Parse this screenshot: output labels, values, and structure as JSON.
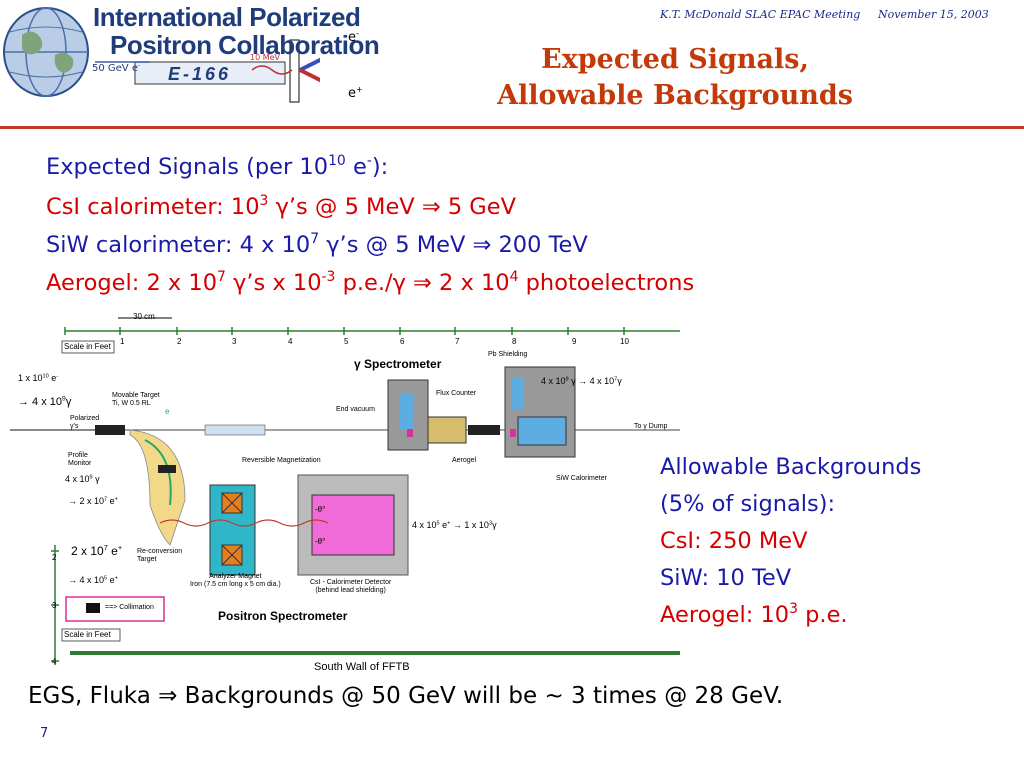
{
  "header": {
    "org_line1": "International Polarized",
    "org_line2": "Positron Collaboration",
    "logo_beam": "50 GeV e",
    "logo_exp": "E-166",
    "logo_mev": "10 MeV",
    "logo_eminus": "e",
    "logo_eplus": "e",
    "author": "K.T. McDonald",
    "meeting": "SLAC EPAC Meeting",
    "date": "November 15, 2003"
  },
  "title": {
    "line1": "Expected Signals,",
    "line2": "Allowable Backgrounds"
  },
  "signals": {
    "l1a": "Expected Signals (per 10",
    "l1b": "10",
    "l1c": " e",
    "l1d": "-",
    "l1e": "):",
    "l2a": "CsI calorimeter: 10",
    "l2b": "3",
    "l2c": " γ’s @ 5 MeV ⇒ 5 GeV",
    "l3a": "SiW calorimeter: 4 x 10",
    "l3b": "7",
    "l3c": " γ’s @ 5 MeV ⇒ 200 TeV",
    "l4a": "Aerogel:  2 x 10",
    "l4b": "7",
    "l4c": " γ’s x 10",
    "l4d": "-3",
    "l4e": " p.e./γ ⇒ 2 x 10",
    "l4f": "4",
    "l4g": " photoelectrons"
  },
  "diagram": {
    "scale_top": "30 cm",
    "scale_label_top": "Scale in Feet",
    "ticks_top": [
      "1",
      "2",
      "3",
      "4",
      "5",
      "6",
      "7",
      "8",
      "9",
      "10"
    ],
    "spectrometer": "γ  Spectrometer",
    "pb_shielding": "Pb Shielding",
    "flux_counter": "Flux Counter",
    "end_vacuum": "End vacuum",
    "aerogel": "Aerogel",
    "siw_cal": "SiW Calorimeter",
    "to_dump": "To γ Dump",
    "reversible": "Reversible Magnetization",
    "movable_target": "Movable Target",
    "target_spec": "Ti, W 0.5 RL",
    "polarized": "Polarized",
    "gamma_s": "γ's",
    "profile_monitor1": "Profile",
    "profile_monitor2": "Monitor",
    "reconv1": "Re-conversion",
    "reconv2": "Target",
    "analyzer1": "Analyzer Magnet",
    "analyzer2": "Iron (7.5 cm long x 5 cm dia.)",
    "csi_det1": "CsI - Calorimeter Detector",
    "csi_det2": "(behind lead shielding)",
    "collimation": "==> Collimation",
    "scale_label_bottom": "Scale in Feet",
    "positron_spec": "Positron Spectrometer",
    "south_wall": "South Wall of FFTB",
    "left_ticks": [
      "2",
      "3",
      "4"
    ],
    "ann_beam_a": "1 x 10",
    "ann_beam_b": "10",
    "ann_beam_c": " e",
    "ann_beam_d": "-",
    "ann_gam_a": "→ 4 x 10",
    "ann_gam_b": "9",
    "ann_gam_c": "γ",
    "ann_flux_a": "4 x 10",
    "ann_flux_b": "9",
    "ann_flux_c": "  γ →  4 x 10",
    "ann_flux_d": "7",
    "ann_flux_e": "γ",
    "ann_conv_a": "4 x 10",
    "ann_conv_b": "9",
    "ann_conv_c": "  γ",
    "ann_ep_a": "→ 2 x 10",
    "ann_ep_b": "7",
    "ann_ep_c": " e",
    "ann_ep_d": "+",
    "ann_big_a": "2 x 10",
    "ann_big_b": "7",
    "ann_big_c": " e",
    "ann_big_d": "+",
    "ann_ep2_a": "→ 4 x 10",
    "ann_ep2_b": "5",
    "ann_ep2_c": " e",
    "ann_ep2_d": "+",
    "ann_csi_a": "4 x 10",
    "ann_csi_b": "5",
    "ann_csi_c": " e",
    "ann_csi_d": "+",
    "ann_csi_e": " →  1 x 10",
    "ann_csi_f": "3",
    "ann_csi_g": "γ",
    "theta1": "-θ°",
    "theta2": "-θ°",
    "e_label": "e"
  },
  "backgrounds": {
    "l1": "Allowable Backgrounds",
    "l2": "(5% of signals):",
    "l3": "CsI: 250 MeV",
    "l4": "SiW: 10 TeV",
    "l5a": "Aerogel: 10",
    "l5b": "3",
    "l5c": " p.e."
  },
  "footer": {
    "text": "EGS, Fluka ⇒ Backgrounds @ 50 GeV will be ~ 3 times @ 28 GeV.",
    "page": "7"
  },
  "colors": {
    "title_red": "#c23a0a",
    "body_blue": "#1a1aa8",
    "accent_red": "#d40000",
    "rule": "#c0392b",
    "wall_green": "#2e7d32"
  }
}
